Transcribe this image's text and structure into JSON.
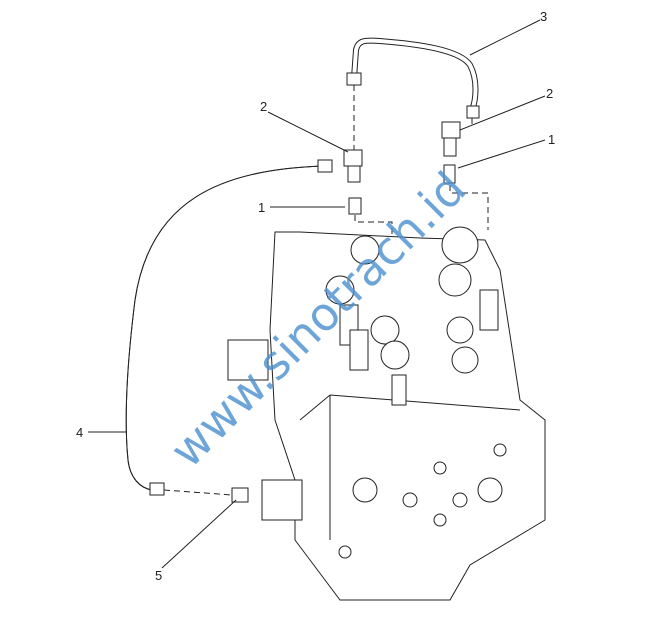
{
  "callouts": [
    {
      "label": "1"
    },
    {
      "label": "1"
    },
    {
      "label": "2"
    },
    {
      "label": "2"
    },
    {
      "label": "3"
    },
    {
      "label": "4"
    },
    {
      "label": "5"
    }
  ],
  "watermark": "www.sinotrach.id"
}
